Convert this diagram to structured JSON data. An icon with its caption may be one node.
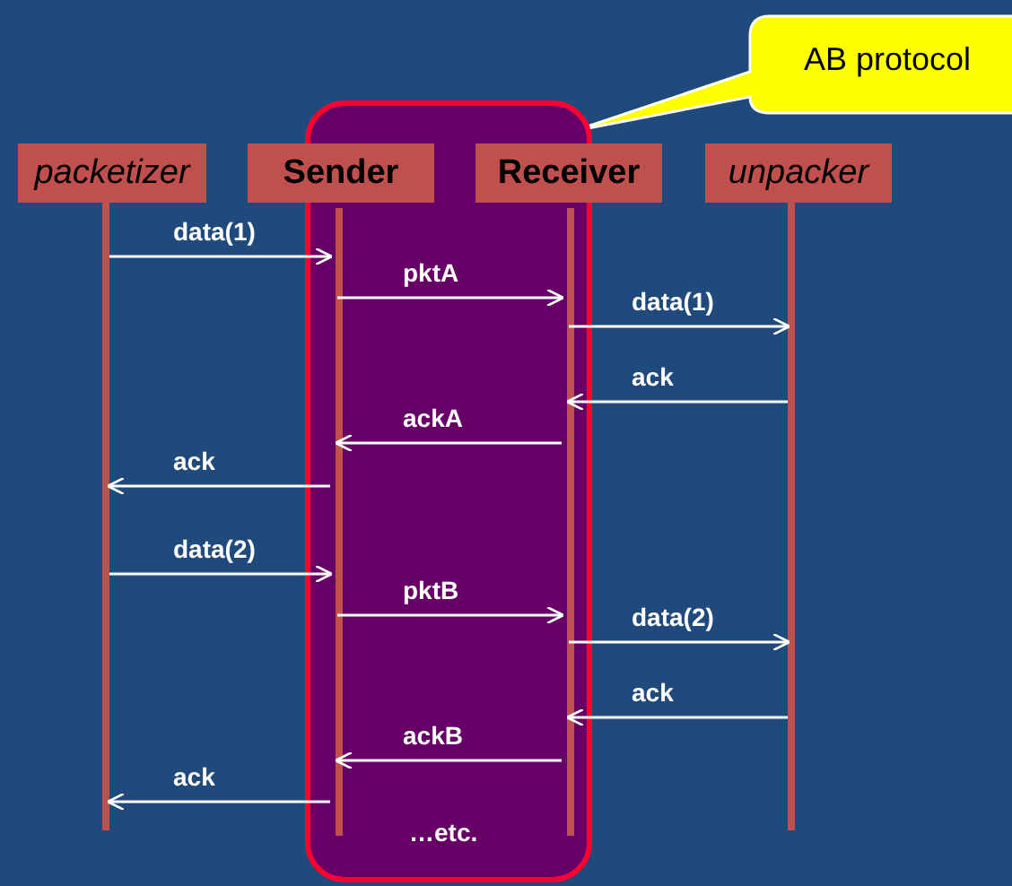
{
  "diagram": {
    "nodes": [
      {
        "text": [
          "AB protocol"
        ]
      },
      {
        "text": [],
        "shape": "box"
      },
      {
        "text": [
          "packetizer"
        ]
      },
      {
        "text": [
          "Sender"
        ]
      },
      {
        "text": [
          "Receiver"
        ]
      },
      {
        "text": [
          "unpacker"
        ]
      },
      {
        "text": [],
        "shape": "bar"
      },
      {
        "text": [],
        "shape": "bar",
        "in": 1
      },
      {
        "text": [],
        "shape": "bar",
        "in": 1
      },
      {
        "text": [],
        "shape": "bar"
      }
    ],
    "edges": [
      {
        "from": 6,
        "to": 7,
        "arrow": "to",
        "label": "data(1)"
      },
      {
        "from": 7,
        "to": 8,
        "arrow": "to",
        "label": "pktA"
      },
      {
        "from": 8,
        "to": 9,
        "arrow": "to",
        "label": "data(1)"
      },
      {
        "from": 9,
        "to": 8,
        "arrow": "to",
        "label": "ack"
      },
      {
        "from": 8,
        "to": 7,
        "arrow": "to",
        "label": "ackA"
      },
      {
        "from": 7,
        "to": 6,
        "arrow": "to",
        "label": "ack"
      },
      {
        "from": 6,
        "to": 7,
        "arrow": "to",
        "label": "data(2)"
      },
      {
        "from": 7,
        "to": 8,
        "arrow": "to",
        "label": "pktB"
      },
      {
        "from": 8,
        "to": 9,
        "arrow": "to",
        "label": "data(2)"
      },
      {
        "from": 9,
        "to": 8,
        "arrow": "to",
        "label": "ack"
      },
      {
        "from": 8,
        "to": 7,
        "arrow": "to",
        "label": "ackB"
      },
      {
        "from": 7,
        "to": 6,
        "arrow": "to",
        "label": "ack"
      }
    ],
    "labels": [
      "…etc."
    ]
  }
}
